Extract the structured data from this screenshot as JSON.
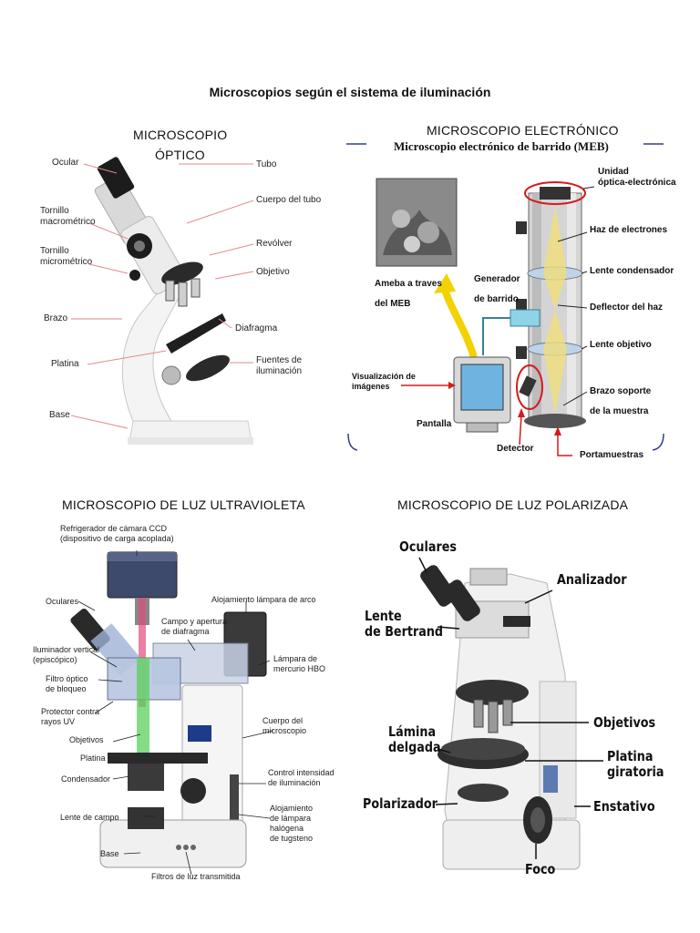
{
  "title": "Microscopios según el sistema de iluminación",
  "optical": {
    "title_line1": "MICROSCOPIO",
    "title_line2": "ÓPTICO",
    "labels": {
      "ocular": "Ocular",
      "tubo": "Tubo",
      "macro": "Tornillo\nmacrométrico",
      "cuerpo": "Cuerpo del tubo",
      "micro": "Tornillo\nmicrométrico",
      "revolver": "Revólver",
      "objetivo": "Objetivo",
      "brazo": "Brazo",
      "diafragma": "Diafragma",
      "platina": "Platina",
      "fuentes": "Fuentes de\niluminación",
      "base": "Base"
    }
  },
  "electron": {
    "title": "MICROSCOPIO ELECTRÓNICO",
    "subtitle": "Microscopio electrónico de barrido (MEB)",
    "labels": {
      "unidad": "Unidad\nóptica-electrónica",
      "haz": "Haz de electrones",
      "ameba": "Ameba a traves\ndel MEB",
      "generador": "Generador\nde barrido",
      "condensador": "Lente condensador",
      "deflector": "Deflector del haz",
      "lente_obj": "Lente objetivo",
      "visualizacion": "Visualización de\nimágenes",
      "brazo": "Brazo soporte\nde la muestra",
      "pantalla": "Pantalla",
      "detector": "Detector",
      "portamuestras": "Portamuestras"
    }
  },
  "uv": {
    "title": "MICROSCOPIO DE LUZ ULTRAVIOLETA",
    "labels": {
      "refrigerador": "Refrigerador de cámara CCD\n(dispositivo de carga acoplada)",
      "oculares": "Oculares",
      "alojamiento_arco": "Alojamiento lámpara de arco",
      "campo": "Campo y apertura\nde diafragma",
      "iluminador": "Iluminador vertical\n(episcópico)",
      "lampara_hbo": "Lámpara de\nmercurio HBO",
      "filtro": "Filtro óptico\nde bloqueo",
      "protector": "Protector contra\nrayos UV",
      "objetivos": "Objetivos",
      "cuerpo": "Cuerpo del\nmicroscopio",
      "platina": "Platina",
      "condensador": "Condensador",
      "control": "Control intensidad\nde iluminación",
      "lente_campo": "Lente de campo",
      "alojamiento_halogena": "Alojamiento\nde lámpara\nhalógena\nde tugsteno",
      "base": "Base",
      "filtros": "Filtros de luz transmitida"
    }
  },
  "polarized": {
    "title": "MICROSCOPIO DE LUZ POLARIZADA",
    "labels": {
      "oculares": "Oculares",
      "analizador": "Analizador",
      "bertrand": "Lente\nde Bertrand",
      "objetivos": "Objetivos",
      "lamina": "Lámina\ndelgada",
      "platina": "Platina\ngiratoria",
      "polarizador": "Polarizador",
      "estativo": "Enstativo",
      "foco": "Foco"
    }
  },
  "colors": {
    "electron_border": "#2f3f8f",
    "red_circle": "#d61a1a",
    "arrow_yellow": "#f2d200"
  }
}
